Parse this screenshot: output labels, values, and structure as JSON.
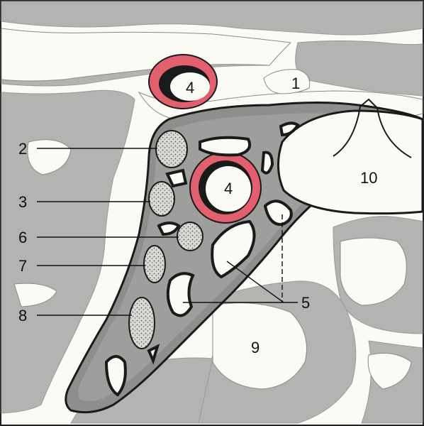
{
  "figure": {
    "labels": {
      "l1": "1",
      "l2": "2",
      "l3": "3",
      "l4a": "4",
      "l4b": "4",
      "l5": "5",
      "l6": "6",
      "l7": "7",
      "l8": "8",
      "l9": "9",
      "l10": "10"
    },
    "colors": {
      "background_tissue": "#b3b3b1",
      "clear_space": "#fbfbf6",
      "septum_fill": "#8e8e8c",
      "outline": "#1a1a1a",
      "artery_wall": "#e2606d",
      "lymph_node": "#d6d6d2"
    }
  }
}
